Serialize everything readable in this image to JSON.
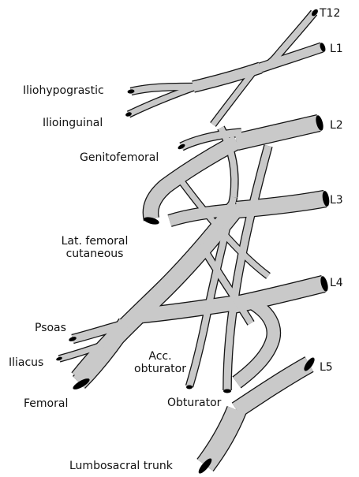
{
  "colors": {
    "nerve_fill": "#c9c9c9",
    "nerve_outline": "#151515",
    "nerve_cut_end": "#000000",
    "label_text": "#111111",
    "background": "#ffffff"
  },
  "roots": {
    "t12": "T12",
    "l1": "L1",
    "l2": "L2",
    "l3": "L3",
    "l4": "L4",
    "l5": "L5"
  },
  "nerves": {
    "iliohypogastric": "Iliohypograstic",
    "ilioinguinal": "Ilioinguinal",
    "genitofemoral": "Genitofemoral",
    "lat_femoral_cutaneous_line1": "Lat. femoral",
    "lat_femoral_cutaneous_line2": "cutaneous",
    "psoas": "Psoas",
    "iliacus": "Iliacus",
    "acc_obturator_line1": "Acc.",
    "acc_obturator_line2": "obturator",
    "femoral": "Femoral",
    "obturator": "Obturator",
    "lumbosacral_trunk": "Lumbosacral trunk"
  }
}
